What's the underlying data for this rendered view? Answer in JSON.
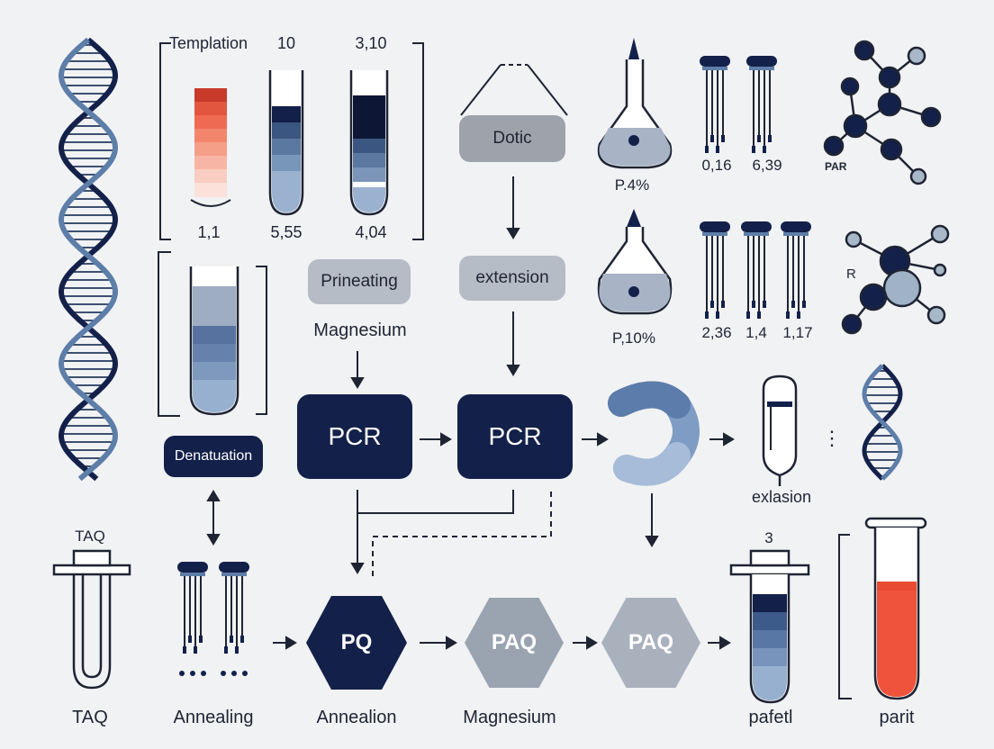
{
  "tubes_panel": {
    "header": "Templation",
    "top_values": [
      "10",
      "3,10"
    ],
    "bottom_values": [
      "1,1",
      "5,55",
      "4,04"
    ]
  },
  "process": {
    "primer_box": "Prineating",
    "magnesium_label": "Magnesium",
    "dotic_box": "Dotic",
    "extension_box": "extension",
    "pcr_left": "PCR",
    "pcr_right": "PCR",
    "denaturation_box": "Denatuation",
    "exlasion_label": "exlasion",
    "ellipsis": "⋮"
  },
  "flasks": {
    "top_label": "P.4%",
    "bottom_label": "P,10%"
  },
  "pipettes": {
    "top_values": [
      "0,16",
      "6,39"
    ],
    "bottom_values": [
      "2,36",
      "1,4",
      "1,17"
    ]
  },
  "molecules": {
    "top_label": "PAR",
    "bottom_label": "R"
  },
  "bottom_row": {
    "taq_top": "TAQ",
    "taq_bottom": "TAQ",
    "annealing_label": "Annealing",
    "hex1": "PQ",
    "hex1_label": "Annealion",
    "hex2": "PAQ",
    "hex2_label": "Magnesium",
    "hex3": "PAQ",
    "tube_top": "3",
    "tube_label": "pafetl",
    "red_tube_label": "parit"
  },
  "colors": {
    "navy": "#13204a",
    "steel_blue": "#5d7ea8",
    "light_gray": "#b6bcc6",
    "red": "#ee4a35",
    "background": "#f1f2f4"
  }
}
